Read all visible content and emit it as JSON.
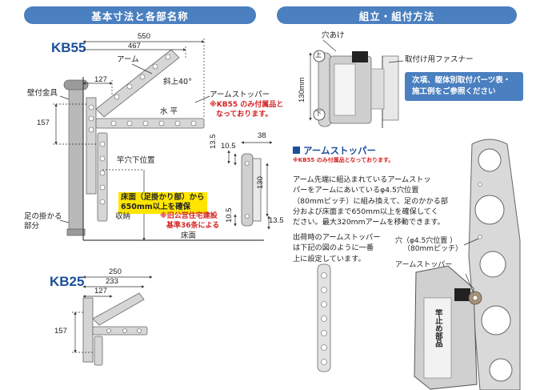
{
  "headers": {
    "left": "基本寸法と各部名称",
    "right": "組立・組付方法"
  },
  "kb55": {
    "model": "KB55",
    "dim_550": "550",
    "dim_467": "467",
    "dim_127": "127",
    "dim_157": "157",
    "arm": "アーム",
    "slope": "斜上40°",
    "horizontal": "水  平",
    "wall_bracket": "壁付金具",
    "arm_stopper": "アームストッパー",
    "arm_stopper_note_1": "※KB55 のみ付属品と",
    "arm_stopper_note_2": "なっております。",
    "rod_lower": "竿穴下位置",
    "floor_note_1": "床面（足掛かり部）から",
    "floor_note_2": "650mm以上を確保",
    "public_note_1": "※旧公営住宅建設",
    "public_note_2": "基準36条による",
    "storage": "収納",
    "foot_1": "足の掛かる",
    "foot_2": "部分",
    "floor": "床面"
  },
  "side_view": {
    "dim_38": "38",
    "dim_13_5_top": "13.5",
    "dim_10_5_top": "10.5",
    "dim_130": "130",
    "dim_10_5_bot": "10.5",
    "dim_13_5_bot": "13.5"
  },
  "kb25": {
    "model": "KB25",
    "dim_250": "250",
    "dim_233": "233",
    "dim_127": "127",
    "dim_157": "157"
  },
  "assembly": {
    "hole": "穴あけ",
    "up": "上",
    "down": "下",
    "dim_130mm": "130mm",
    "fastener": "取付け用ファスナー",
    "blue_note_1": "次項、躯体別取付パーツ表・",
    "blue_note_2": "施工例をご参照ください"
  },
  "stopper_section": {
    "title": "アームストッパー",
    "subtitle": "※KB55 のみ付属品となっております。",
    "p1": "アーム先端に組込まれているアームストッ",
    "p2": "パーをアームにあいているφ4.5穴位置",
    "p3": "（80mmピッチ）に組み換えて、足のかかる部",
    "p4": "分および床面まで650mm以上を確保してく",
    "p5": "ださい。最大320mmアームを移動できます。",
    "ship_1": "出荷時のアームストッパー",
    "ship_2": "は下記の図のように一番",
    "ship_3": "上に設定しています。",
    "hole_label_1": "穴（φ4.5穴位置  ）",
    "hole_label_2": "（80mmピッチ）",
    "stopper_label": "アームストッパー",
    "body_label": "竿止め部品"
  },
  "colors": {
    "accent": "#4a7fc0",
    "title_blue": "#1b4f9a",
    "red": "#d42424",
    "yellow": "#ffe600"
  }
}
